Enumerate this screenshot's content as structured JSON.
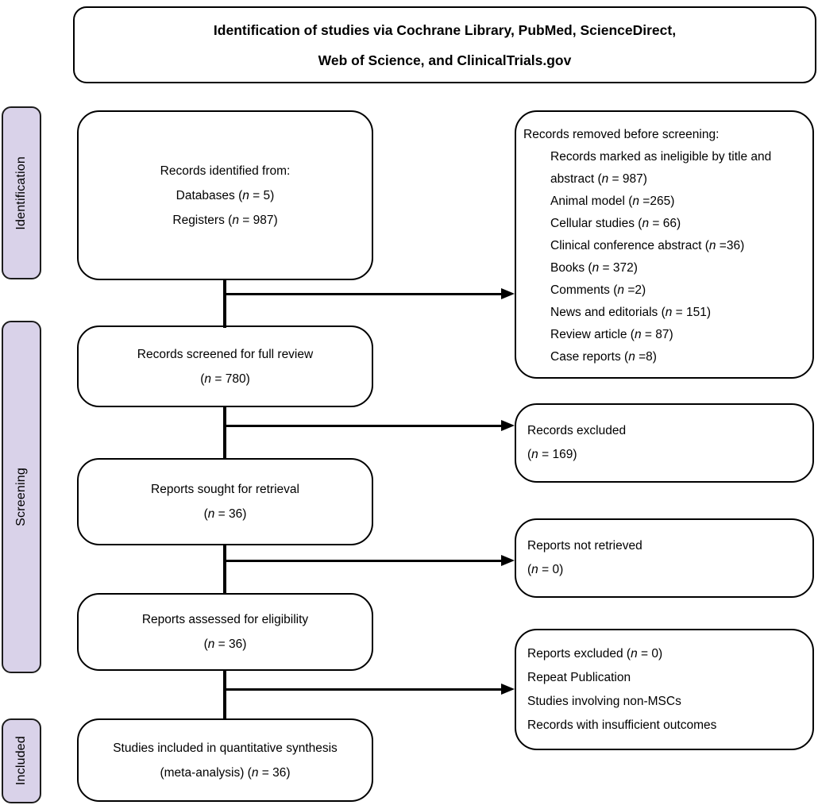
{
  "title": {
    "line1": "Identification of studies via Cochrane Library, PubMed, ScienceDirect,",
    "line2": "Web of Science, and ClinicalTrials.gov"
  },
  "stages": {
    "identification": "Identification",
    "screening": "Screening",
    "included": "Included"
  },
  "boxes": {
    "records_identified": {
      "lines": [
        [
          "Records identified from:",
          "",
          ""
        ],
        [
          "Databases (",
          "n",
          " = 5)"
        ],
        [
          "Registers (",
          "n",
          " = 987)"
        ]
      ]
    },
    "records_removed": {
      "heading": [
        "Records removed before screening:",
        "",
        ""
      ],
      "items": [
        [
          "Records marked as ineligible by title and abstract (",
          "n",
          " = 987)"
        ],
        [
          "Animal model (",
          "n",
          " =265)"
        ],
        [
          "Cellular studies (",
          "n",
          " = 66)"
        ],
        [
          "Clinical conference abstract (",
          "n",
          " =36)"
        ],
        [
          "Books (",
          "n",
          " = 372)"
        ],
        [
          "Comments (",
          "n",
          " =2)"
        ],
        [
          "News and editorials (",
          "n",
          " = 151)"
        ],
        [
          "Review article (",
          "n",
          " = 87)"
        ],
        [
          "Case reports (",
          "n",
          " =8)"
        ]
      ]
    },
    "records_screened": {
      "lines": [
        [
          "Records screened for full review",
          "",
          ""
        ],
        [
          "(",
          "n",
          " = 780)"
        ]
      ]
    },
    "records_excluded": {
      "lines": [
        [
          "Records excluded",
          "",
          ""
        ],
        [
          "(",
          "n",
          " = 169)"
        ]
      ]
    },
    "reports_sought": {
      "lines": [
        [
          "Reports sought for retrieval",
          "",
          ""
        ],
        [
          "(",
          "n",
          " = 36)"
        ]
      ]
    },
    "reports_not_retrieved": {
      "lines": [
        [
          "Reports not retrieved",
          "",
          ""
        ],
        [
          "(",
          "n",
          " = 0)"
        ]
      ]
    },
    "reports_assessed": {
      "lines": [
        [
          "Reports assessed for eligibility",
          "",
          ""
        ],
        [
          "(",
          "n",
          " = 36)"
        ]
      ]
    },
    "reports_excluded": {
      "lines": [
        [
          "Reports excluded (",
          "n",
          " = 0)"
        ],
        [
          "Repeat Publication",
          "",
          ""
        ],
        [
          "Studies involving non-MSCs",
          "",
          ""
        ],
        [
          "Records with insufficient outcomes",
          "",
          ""
        ]
      ]
    },
    "studies_included": {
      "lines": [
        [
          "Studies included in quantitative synthesis",
          "",
          ""
        ],
        [
          "(meta-analysis) (",
          "n",
          " = 36)"
        ]
      ]
    }
  },
  "colors": {
    "stage_bar_fill": "#D9D2E9",
    "box_border": "#000000",
    "text": "#000000",
    "background": "#FFFFFF"
  }
}
